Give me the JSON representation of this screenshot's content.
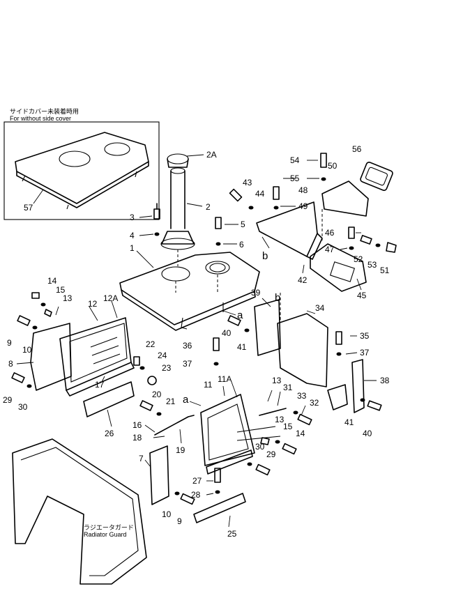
{
  "inset": {
    "note_jp": "サイドカバー未装着時用",
    "note_en": "For without side cover",
    "part_no": "57"
  },
  "radiator_guard": {
    "note_jp": "ラジエータガード",
    "note_en": "Radiator Guard"
  },
  "callouts": [
    "2A",
    "2",
    "3",
    "4",
    "1",
    "5",
    "6",
    "43",
    "44",
    "48",
    "49",
    "54",
    "55",
    "50",
    "56",
    "46",
    "47",
    "52",
    "53",
    "51",
    "42",
    "45",
    "14",
    "15",
    "13",
    "12",
    "12A",
    "9",
    "10",
    "8",
    "29",
    "30",
    "17",
    "22",
    "24",
    "23",
    "26",
    "39",
    "34",
    "35",
    "37",
    "38",
    "36",
    "37",
    "40",
    "41",
    "11",
    "11A",
    "31",
    "13",
    "33",
    "32",
    "13",
    "15",
    "14",
    "20",
    "21",
    "16",
    "18",
    "19",
    "30",
    "29",
    "7",
    "27",
    "28",
    "10",
    "9",
    "25",
    "41",
    "40"
  ],
  "letters": [
    "a",
    "b",
    "b",
    "a"
  ],
  "colors": {
    "ink": "#000000",
    "paper": "#ffffff"
  }
}
